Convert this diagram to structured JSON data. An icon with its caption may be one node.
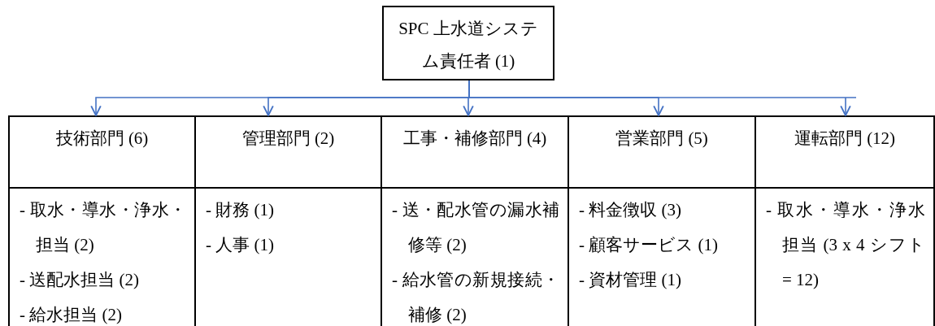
{
  "diagram": {
    "nodes": [
      {
        "text": [
          "SPC 上水道システム責任者 (1)"
        ]
      },
      {
        "text": [
          "技術部門 (6)"
        ]
      },
      {
        "text": [
          "管理部門 (2)"
        ]
      },
      {
        "text": [
          "工事・補修部門 (4)"
        ]
      },
      {
        "text": [
          "営業部門 (5)"
        ]
      },
      {
        "text": [
          "運転部門 (12)"
        ]
      },
      {
        "text": [
          "- 取水・導水・浄水・担当 (2)",
          "- 送配水担当 (2)",
          "- 給水担当 (2)"
        ]
      },
      {
        "text": [
          "- 財務 (1)",
          "- 人事 (1)"
        ]
      },
      {
        "text": [
          "- 送・配水管の漏水補修等 (2)",
          "- 給水管の新規接続・補修 (2)"
        ]
      },
      {
        "text": [
          "- 料金徴収 (3)",
          "- 顧客サービス (1)",
          "- 資材管理 (1)"
        ]
      },
      {
        "text": [
          "- 取水・導水・浄水担当 (3 x 4 シフト = 12)"
        ]
      }
    ],
    "edges": [
      {
        "from": 0,
        "to": 1,
        "arrow": "to"
      },
      {
        "from": 0,
        "to": 2,
        "arrow": "to"
      },
      {
        "from": 0,
        "to": 3,
        "arrow": "to"
      },
      {
        "from": 0,
        "to": 4,
        "arrow": "to"
      },
      {
        "from": 0,
        "to": 5,
        "arrow": "to"
      }
    ]
  }
}
